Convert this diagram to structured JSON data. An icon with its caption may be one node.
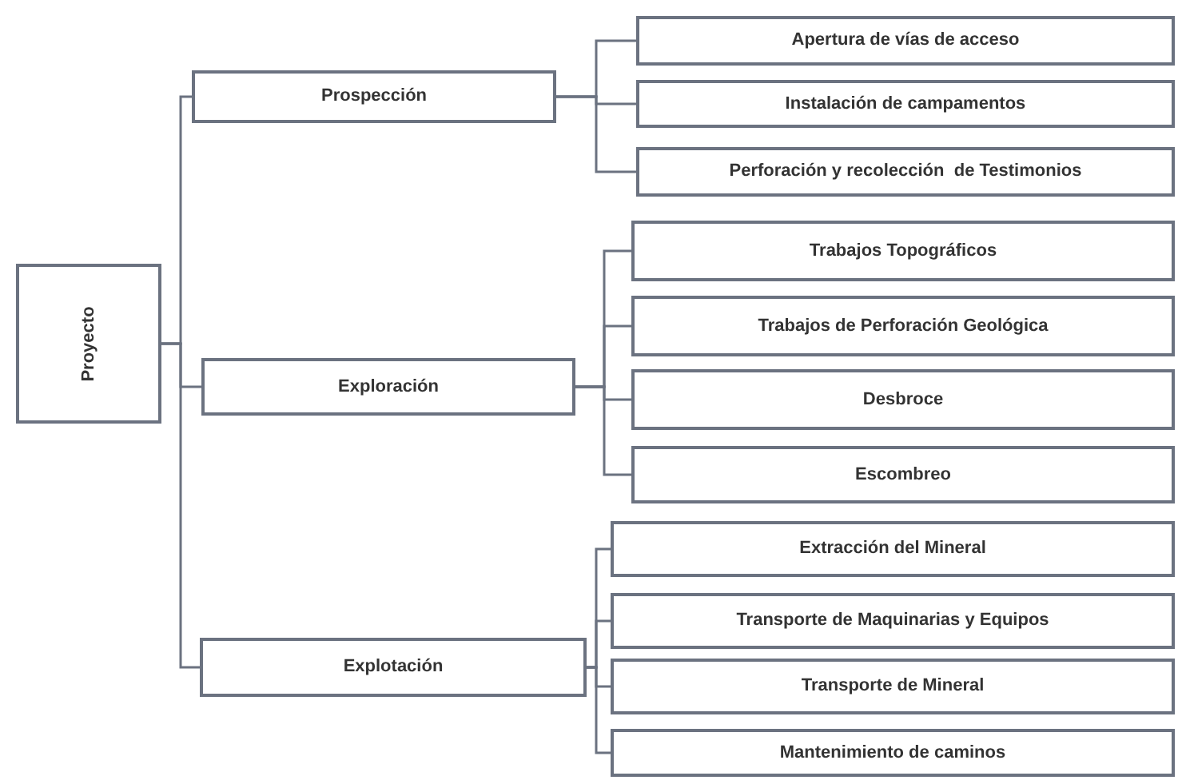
{
  "diagram": {
    "nodes": [
      {
        "text": [
          "Proyecto"
        ]
      },
      {
        "text": [
          "Prospección"
        ]
      },
      {
        "text": [
          "Apertura de vías de acceso"
        ]
      },
      {
        "text": [
          "Instalación de campamentos"
        ]
      },
      {
        "text": [
          "Perforación y recolección  de Testimonios"
        ]
      },
      {
        "text": [
          "Exploración"
        ]
      },
      {
        "text": [
          "Trabajos Topográficos"
        ]
      },
      {
        "text": [
          "Trabajos de Perforación Geológica"
        ]
      },
      {
        "text": [
          "Desbroce"
        ]
      },
      {
        "text": [
          "Escombreo"
        ]
      },
      {
        "text": [
          "Explotación"
        ]
      },
      {
        "text": [
          "Extracción del Mineral"
        ]
      },
      {
        "text": [
          "Transporte de Maquinarias y Equipos"
        ]
      },
      {
        "text": [
          "Transporte de Mineral"
        ]
      },
      {
        "text": [
          "Mantenimiento de caminos"
        ]
      }
    ],
    "edges": [
      {
        "from": 0,
        "to": 1,
        "arrow": "none"
      },
      {
        "from": 0,
        "to": 5,
        "arrow": "none"
      },
      {
        "from": 0,
        "to": 10,
        "arrow": "none"
      },
      {
        "from": 1,
        "to": 2,
        "arrow": "none"
      },
      {
        "from": 1,
        "to": 3,
        "arrow": "none"
      },
      {
        "from": 1,
        "to": 4,
        "arrow": "none"
      },
      {
        "from": 5,
        "to": 6,
        "arrow": "none"
      },
      {
        "from": 5,
        "to": 7,
        "arrow": "none"
      },
      {
        "from": 5,
        "to": 8,
        "arrow": "none"
      },
      {
        "from": 5,
        "to": 9,
        "arrow": "none"
      },
      {
        "from": 10,
        "to": 11,
        "arrow": "none"
      },
      {
        "from": 10,
        "to": 12,
        "arrow": "none"
      },
      {
        "from": 10,
        "to": 13,
        "arrow": "none"
      },
      {
        "from": 10,
        "to": 14,
        "arrow": "none"
      }
    ]
  }
}
